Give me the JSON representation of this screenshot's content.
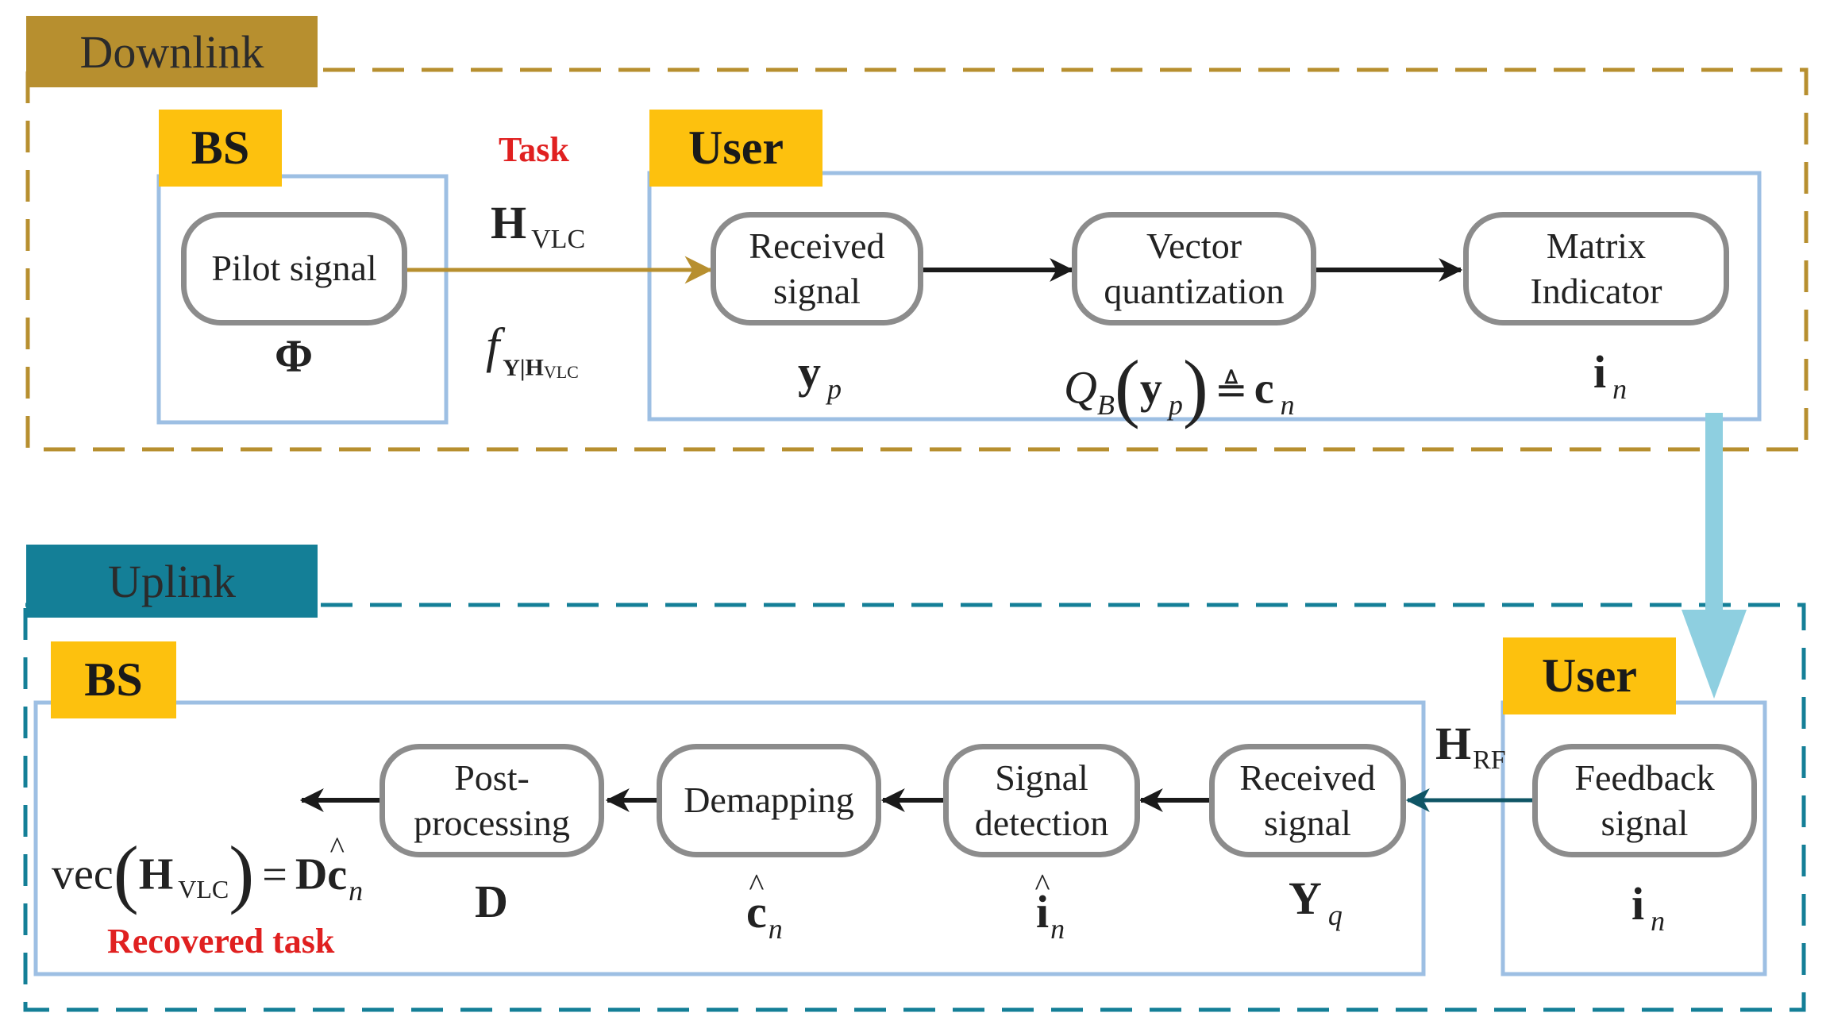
{
  "downlink": {
    "label": "Downlink",
    "bs": {
      "tag": "BS",
      "pilot_line1": "Pilot signal",
      "pilot_symbol": "Φ"
    },
    "task_label": "Task",
    "channel_H": "H",
    "channel_sub": "VLC",
    "f_symbol": "f",
    "f_sub_Y": "Y|",
    "f_sub_H": "H",
    "f_sub_vlc": "VLC",
    "user": {
      "tag": "User",
      "received_line1": "Received",
      "received_line2": "signal",
      "received_symbol": "y",
      "received_sub": "p",
      "vq_line1": "Vector",
      "vq_line2": "quantization",
      "vq_Q": "Q",
      "vq_Q_sub": "B",
      "vq_y": "y",
      "vq_y_sub": "p",
      "vq_def": "≜",
      "vq_c": "c",
      "vq_c_sub": "n",
      "mi_line1": "Matrix",
      "mi_line2": "Indicator",
      "mi_symbol": "i",
      "mi_sub": "n"
    }
  },
  "uplink": {
    "label": "Uplink",
    "bs": {
      "tag": "BS",
      "post_line1": "Post-",
      "post_line2": "processing",
      "post_symbol": "D",
      "demap_line1": "Demapping",
      "demap_symbol": "c",
      "demap_sub": "n",
      "det_line1": "Signal",
      "det_line2": "detection",
      "det_symbol": "i",
      "det_sub": "n",
      "recv_line1": "Received",
      "recv_line2": "signal",
      "recv_symbol": "Y",
      "recv_sub": "q",
      "out_vec": "vec",
      "out_H": "H",
      "out_H_sub": "VLC",
      "out_eq": "=",
      "out_D": "D",
      "out_c": "c",
      "out_c_sub": "n",
      "recovered_label": "Recovered task"
    },
    "channel_H": "H",
    "channel_sub": "RF",
    "user": {
      "tag": "User",
      "fb_line1": "Feedback",
      "fb_line2": "signal",
      "fb_symbol": "i",
      "fb_sub": "n"
    }
  },
  "colors": {
    "downlink": "#b78f2f",
    "uplink": "#147f97",
    "box_border": "#9dbfe3",
    "tag_fill": "#fdc10e",
    "pill_border": "#8c8c8c",
    "transfer_arrow": "#8ecfe0",
    "red_text": "#e02020"
  }
}
